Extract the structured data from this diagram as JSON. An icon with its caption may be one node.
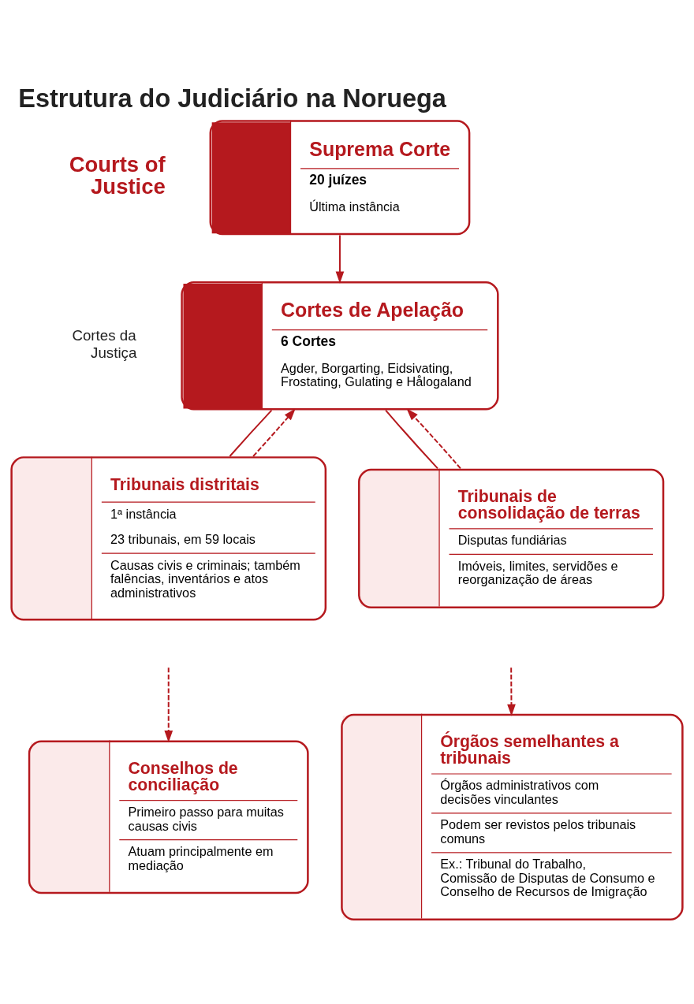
{
  "diagram": {
    "title": "Estrutura do Judiciário na Noruega",
    "nodes": [
      {
        "text": [
          "Suprema Corte",
          "20 juízes",
          "Última instância"
        ]
      },
      {
        "text": [
          "Cortes de Apelação",
          "6 Cortes",
          "Agder, Borgarting, Eidsivating, Frostating, Gulating e Hålogaland"
        ]
      },
      {
        "text": [
          "Tribunais distritais",
          "1ª instância",
          "23 tribunais, em 59 locais",
          "Causas civis e criminais; também falências, inventários e atos administrativos"
        ]
      },
      {
        "text": [
          "Tribunais de consolidação de terras",
          "Disputas fundiárias",
          "Imóveis, limites, servidões e reorganização de áreas"
        ]
      },
      {
        "text": [
          "Conselhos de conciliação",
          "Primeiro passo para muitas causas civis",
          "Atuam principalmente em mediação"
        ]
      },
      {
        "text": [
          "Órgãos semelhantes a tribunais",
          "Órgãos administrativos com decisões vinculantes",
          "Podem ser revistos pelos tribunais comuns",
          "Ex.: Tribunal do Trabalho, Comissão de Disputas de Consumo e Conselho de Recursos de Imigração"
        ]
      }
    ],
    "edges": [
      {
        "from": 0,
        "to": 1,
        "arrow": "to"
      },
      {
        "from": 1,
        "to": 2,
        "arrow": "none"
      },
      {
        "from": 1,
        "to": 3,
        "arrow": "none"
      },
      {
        "from": 2,
        "to": 1,
        "arrow": "to",
        "style": "dashed"
      },
      {
        "from": 3,
        "to": 1,
        "arrow": "to",
        "style": "dashed"
      },
      {
        "from": null,
        "to": 4,
        "arrow": "to",
        "style": "dashed"
      },
      {
        "from": null,
        "to": 5,
        "arrow": "to",
        "style": "dashed"
      }
    ],
    "labels": [
      "Courts of Justice",
      "Cortes da Justiça"
    ]
  }
}
